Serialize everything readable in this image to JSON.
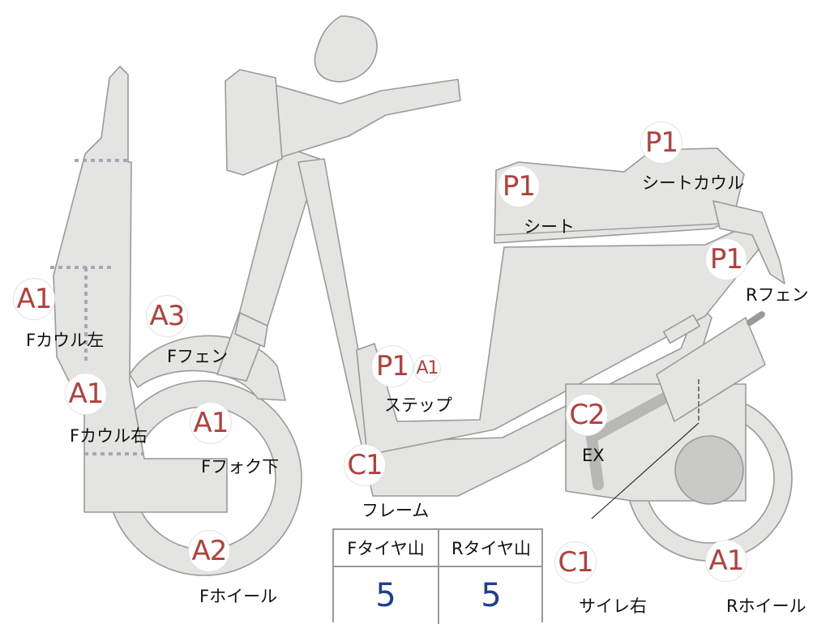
{
  "parts": [
    {
      "id": "f-cowl-left",
      "label": "Fカウル左",
      "grade": "A1"
    },
    {
      "id": "f-cowl-right",
      "label": "Fカウル右",
      "grade": "A1"
    },
    {
      "id": "f-fender",
      "label": "Fフェン",
      "grade": "A3"
    },
    {
      "id": "f-fork-lower",
      "label": "Fフォク下",
      "grade": "A1"
    },
    {
      "id": "f-wheel",
      "label": "Fホイール",
      "grade": "A2"
    },
    {
      "id": "step",
      "label": "ステップ",
      "grade": "P1",
      "extra_grade": "A1"
    },
    {
      "id": "frame",
      "label": "フレーム",
      "grade": "C1"
    },
    {
      "id": "seat",
      "label": "シート",
      "grade": "P1"
    },
    {
      "id": "seat-cowl",
      "label": "シートカウル",
      "grade": "P1"
    },
    {
      "id": "r-fender",
      "label": "Rフェン",
      "grade": "P1"
    },
    {
      "id": "exhaust",
      "label": "EX",
      "grade": "C2"
    },
    {
      "id": "silencer-right",
      "label": "サイレ右",
      "grade": "C1"
    },
    {
      "id": "r-wheel",
      "label": "Rホイール",
      "grade": "A1"
    }
  ],
  "tire_tread": {
    "front_header": "Fタイヤ山",
    "rear_header": "Rタイヤ山",
    "front_value": "5",
    "rear_value": "5"
  },
  "colors": {
    "grade_text": "#b3403c",
    "tread_value": "#1f3f8f",
    "part_fill": "#e4e4e2"
  }
}
